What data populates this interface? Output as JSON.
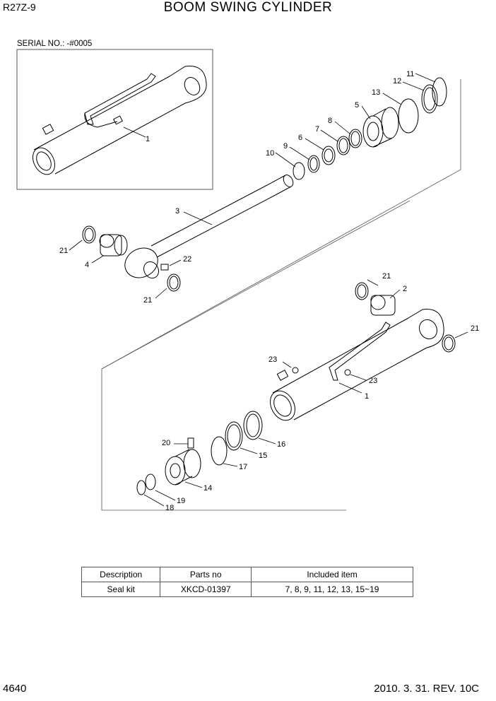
{
  "header": {
    "model": "R27Z-9",
    "title": "BOOM SWING CYLINDER",
    "serial": "SERIAL NO.: -#0005"
  },
  "callouts": [
    "1",
    "1",
    "2",
    "3",
    "4",
    "5",
    "6",
    "7",
    "8",
    "9",
    "10",
    "11",
    "12",
    "13",
    "14",
    "15",
    "16",
    "17",
    "18",
    "19",
    "20",
    "21",
    "21",
    "21",
    "21",
    "22",
    "23",
    "23"
  ],
  "table": {
    "headers": [
      "Description",
      "Parts no",
      "Included item"
    ],
    "rows": [
      [
        "Seal kit",
        "XKCD-01397",
        "7, 8, 9, 11, 12, 13, 15~19"
      ]
    ]
  },
  "footer": {
    "page": "4640",
    "revision": "2010. 3. 31. REV. 10C"
  }
}
